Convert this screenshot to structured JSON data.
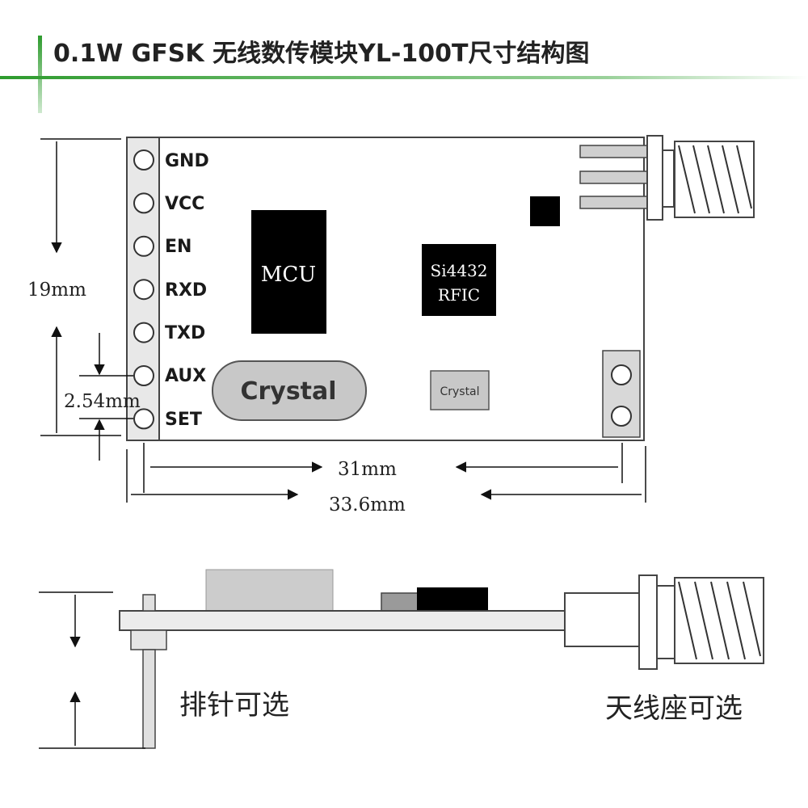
{
  "title": "0.1W GFSK 无线数传模块YL-100T尺寸结构图",
  "pins": [
    "GND",
    "VCC",
    "EN",
    "RXD",
    "TXD",
    "AUX",
    "SET"
  ],
  "chips": {
    "mcu": "MCU",
    "rfic_line1": "Si4432",
    "rfic_line2": "RFIC",
    "crystal_large": "Crystal",
    "crystal_small": "Crystal"
  },
  "dimensions": {
    "height": "19mm",
    "pin_pitch": "2.54mm",
    "width_inner": "31mm",
    "width_outer": "33.6mm"
  },
  "side_view": {
    "header_option": "排针可选",
    "antenna_option": "天线座可选"
  },
  "colors": {
    "accent_green": "#2e9b2e",
    "chip_black": "#000000",
    "crystal_gray": "#c8c8c8"
  }
}
